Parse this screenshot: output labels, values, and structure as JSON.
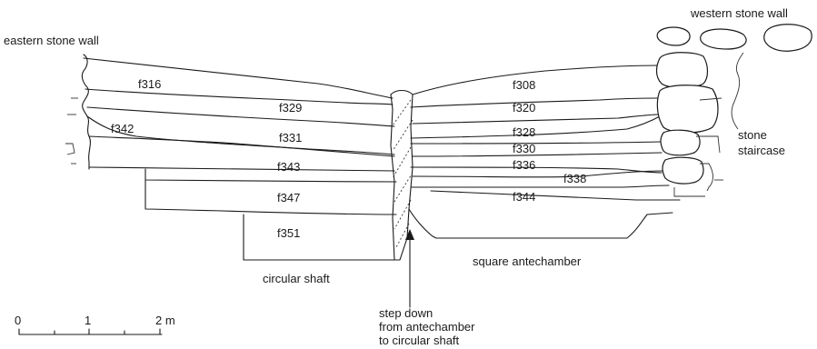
{
  "labels": {
    "eastern_wall": "eastern stone wall",
    "western_wall": "western stone wall",
    "stone_staircase_line1": "stone",
    "stone_staircase_line2": "staircase",
    "circular_shaft": "circular shaft",
    "square_antechamber": "square antechamber",
    "step_down_line1": "step down",
    "step_down_line2": "from antechamber",
    "step_down_line3": "to circular shaft"
  },
  "features": {
    "f316": "f316",
    "f329": "f329",
    "f342": "f342",
    "f331": "f331",
    "f343": "f343",
    "f347": "f347",
    "f351": "f351",
    "f308": "f308",
    "f320": "f320",
    "f328": "f328",
    "f330": "f330",
    "f336": "f336",
    "f338": "f338",
    "f344": "f344"
  },
  "scale": {
    "tick0": "0",
    "tick1": "1",
    "tick2": "2 m"
  }
}
